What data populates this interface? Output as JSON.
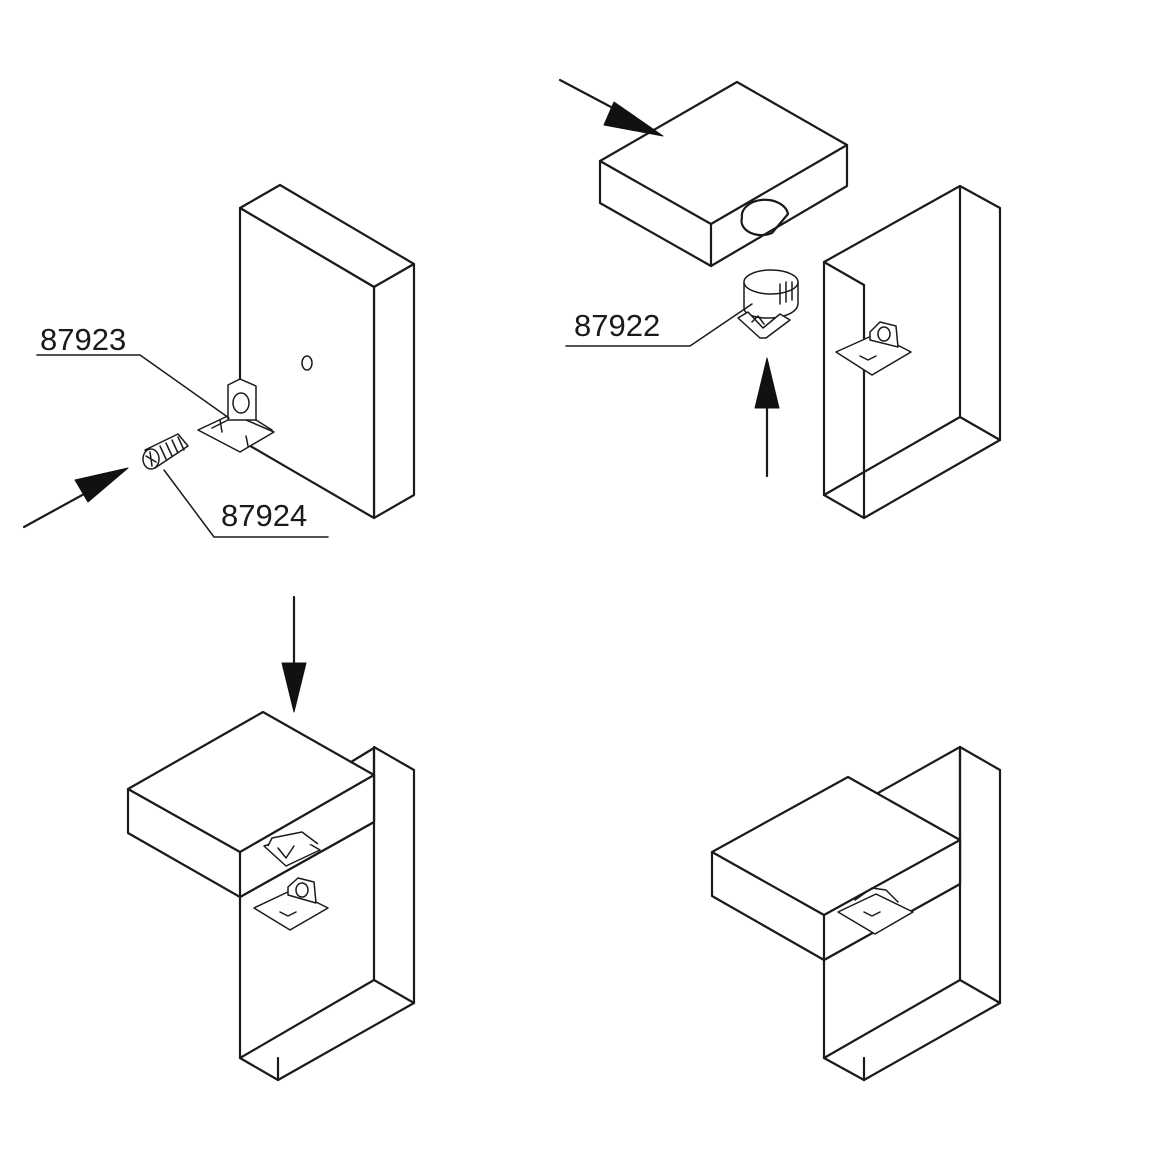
{
  "labels": {
    "part_a": "87923",
    "part_b": "87924",
    "part_c": "87922"
  }
}
